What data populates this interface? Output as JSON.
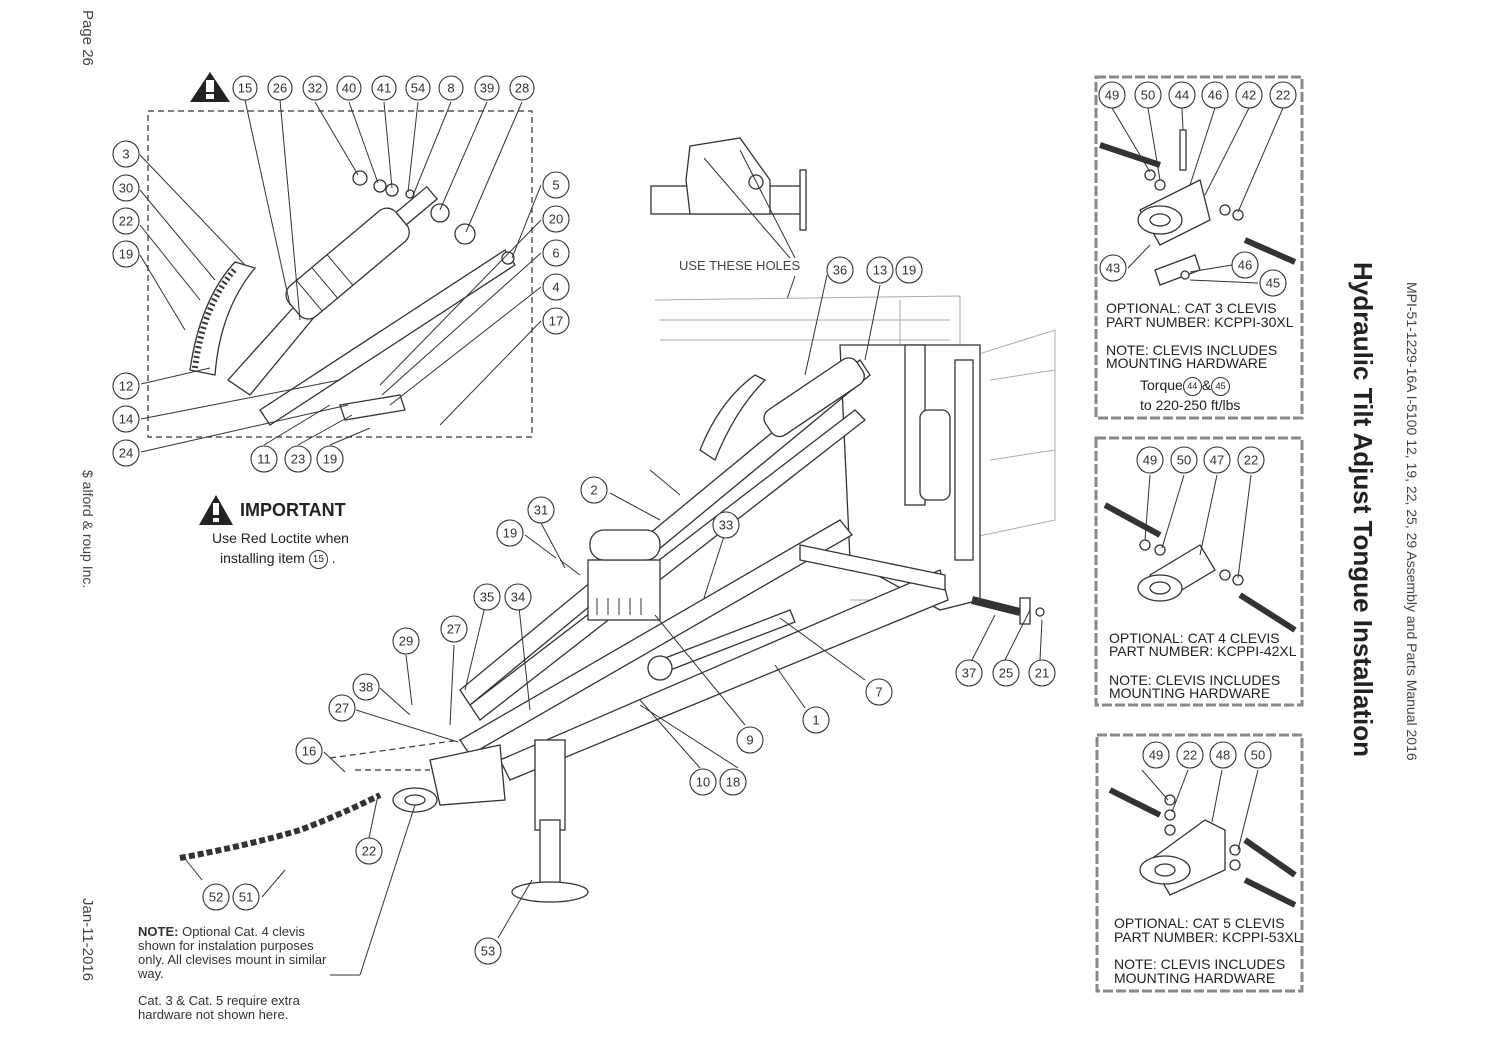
{
  "header": {
    "page_label": "Page 26",
    "company": "$ alford & roup Inc.",
    "date": "Jan-11-2016",
    "manual_ref": "MPI-51-1229-16A I-5100 12, 19, 22, 25, 29 Assembly and Parts Manual 2016",
    "title": "Hydraulic Tilt Adjust Tongue Installation"
  },
  "important": {
    "title": "IMPORTANT",
    "line1": "Use Red Loctite when",
    "line2_prefix": "installing item",
    "item_ref": "15",
    "line2_suffix": "."
  },
  "use_holes_label": "USE THESE HOLES",
  "notes": {
    "main_bold": "NOTE:",
    "main_text": "Optional Cat. 4 clevis shown for instalation purposes only. All clevises mount in similar way.",
    "extra": "Cat. 3 & Cat. 5 require extra hardware not shown here."
  },
  "panels": [
    {
      "name": "cat3",
      "line1": "OPTIONAL: CAT 3 CLEVIS",
      "line2": "PART NUMBER: KCPPI-30XL",
      "line3": "NOTE: CLEVIS INCLUDES",
      "line4": "MOUNTING HARDWARE",
      "torque_prefix": "Torque",
      "torque_ref1": "44",
      "torque_amp": "&",
      "torque_ref2": "45",
      "torque_suffix": "to 220-250 ft/lbs",
      "callouts": [
        "49",
        "50",
        "44",
        "46",
        "42",
        "22",
        "43",
        "46",
        "45"
      ]
    },
    {
      "name": "cat4",
      "line1": "OPTIONAL: CAT 4 CLEVIS",
      "line2": "PART NUMBER: KCPPI-42XL",
      "line3": "NOTE: CLEVIS INCLUDES",
      "line4": "MOUNTING HARDWARE",
      "callouts": [
        "49",
        "50",
        "47",
        "22"
      ]
    },
    {
      "name": "cat5",
      "line1": "OPTIONAL: CAT 5 CLEVIS",
      "line2": "PART NUMBER: KCPPI-53XL",
      "line3": "NOTE: CLEVIS INCLUDES",
      "line4": "MOUNTING HARDWARE",
      "callouts": [
        "49",
        "22",
        "48",
        "50"
      ]
    }
  ],
  "detail_callouts": [
    "15",
    "26",
    "32",
    "40",
    "41",
    "54",
    "8",
    "39",
    "28",
    "3",
    "30",
    "22",
    "19",
    "12",
    "14",
    "24",
    "11",
    "23",
    "19",
    "5",
    "20",
    "6",
    "4",
    "17"
  ],
  "main_callouts": [
    "36",
    "13",
    "19",
    "2",
    "31",
    "19",
    "33",
    "35",
    "34",
    "29",
    "27",
    "38",
    "27",
    "16",
    "22",
    "52",
    "51",
    "53",
    "10",
    "18",
    "9",
    "1",
    "7",
    "37",
    "25",
    "21"
  ]
}
